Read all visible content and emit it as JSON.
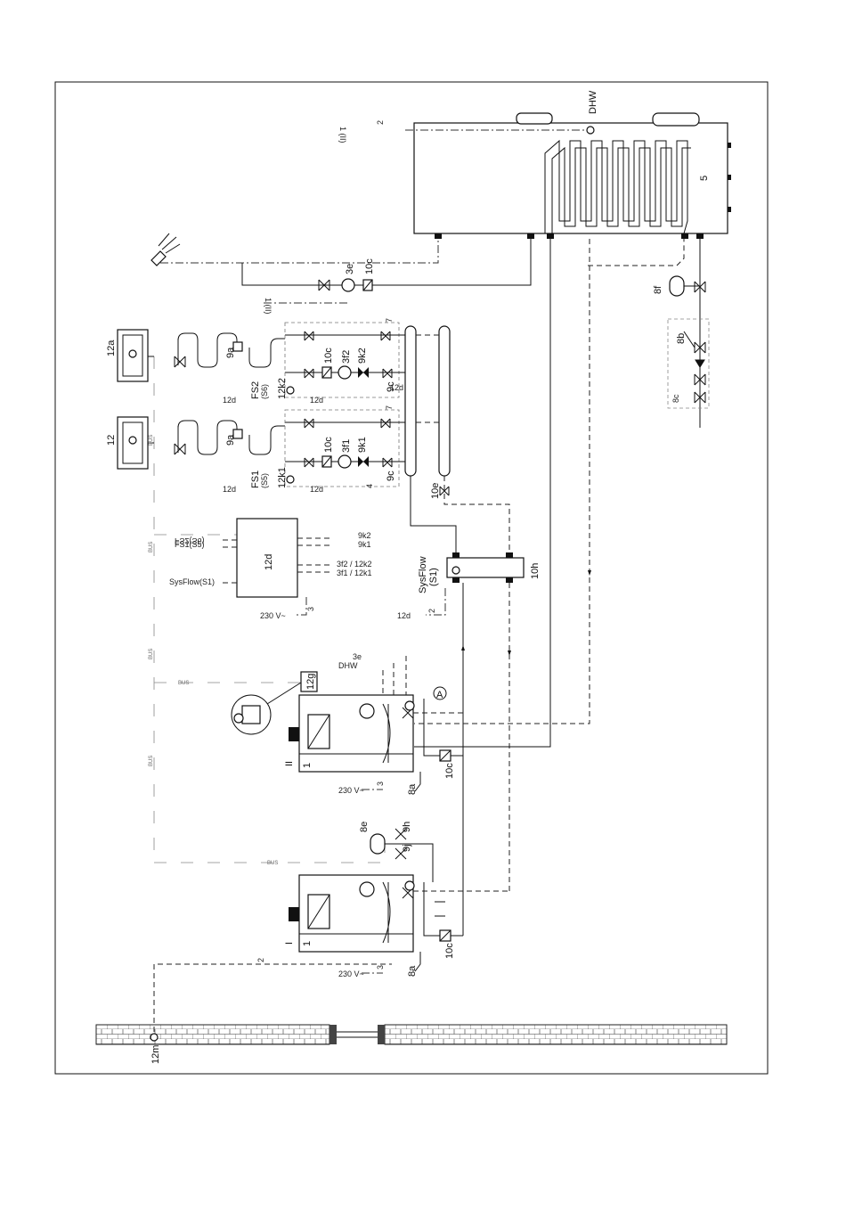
{
  "labels": {
    "dhw": "DHW",
    "n5": "5",
    "n3e": "3e",
    "n10c_top": "10c",
    "n8f": "8f",
    "n8b": "8b",
    "n8c": "8c",
    "n12": "12",
    "n12a": "12a",
    "n9a_1": "9a",
    "n9a_2": "9a",
    "n10c_1": "10c",
    "n10c_2": "10c",
    "n3f1": "3f1",
    "n3f2": "3f2",
    "n9k1": "9k1",
    "n9k2": "9k2",
    "n9c_1": "9c",
    "n9c_2": "9c",
    "fs1": "FS1",
    "fs2": "FS2",
    "s5": "(S5)",
    "s6": "(S6)",
    "n12k1": "12k1",
    "n12k2": "12k2",
    "n12d_1": "12d",
    "n12d_2": "12d",
    "n12d_3": "12d",
    "n12d_4": "12d",
    "n12d_5": "12d",
    "n12d_box": "12d",
    "n7_1": "7",
    "n7_2": "7",
    "n10e": "10e",
    "sysflow": "SysFlow",
    "s1": "(S1)",
    "n10h": "10h",
    "sysflow_s1": "SysFlow(S1)",
    "fs1s5": "FS1(S5)",
    "fs2s6": "FS2(S6)",
    "r3f1_12k1": "3f1 / 12k1",
    "r3f2_12k2": "3f2 / 12k2",
    "r9k1": "9k1",
    "r9k2": "9k2",
    "v230_1": "230 V~",
    "v230_2": "230 V~",
    "v230_3": "230 V~",
    "n12g": "12g",
    "r_dhw": "DHW",
    "r_3e": "3e",
    "circle_a": "A",
    "roman_i": "I",
    "roman_ii": "II",
    "n1_1": "1",
    "n1_2": "1",
    "n8a_1": "8a",
    "n8a_2": "8a",
    "n10c_b1": "10c",
    "n10c_b2": "10c",
    "n8e": "8e",
    "n9h": "9h",
    "n9j": "9j",
    "n12m": "12m",
    "ref_ii_1": "1 (II)",
    "ref_ii_2": "1 (II)",
    "bus": "BUS"
  },
  "wire_counts": [
    "2",
    "3",
    "4",
    "2",
    "3"
  ]
}
